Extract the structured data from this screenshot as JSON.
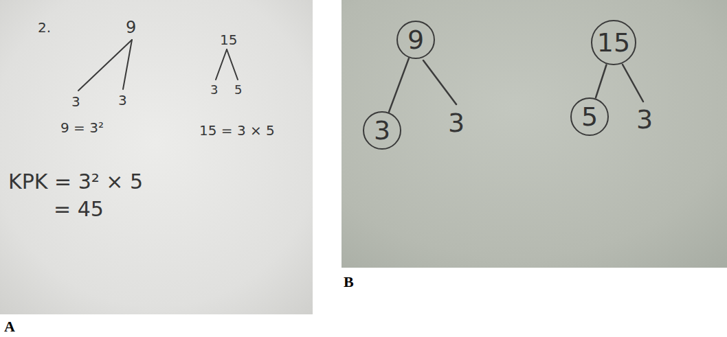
{
  "diagram": {
    "nodes": [
      {
        "text": [
          "9"
        ]
      },
      {
        "text": [
          "3"
        ]
      },
      {
        "text": [
          "15"
        ]
      },
      {
        "text": [
          "5"
        ]
      }
    ],
    "edges": [
      {
        "from": 0,
        "to": 1,
        "arrow": "none"
      },
      {
        "from": 2,
        "to": 3,
        "arrow": "none"
      }
    ],
    "labels": [
      "2.",
      "9",
      "3",
      "3",
      "15",
      "3",
      "5",
      "9 = 3²",
      "15 = 3 × 5",
      "KPK = 3² × 5",
      "= 45",
      "3",
      "3",
      "A",
      "B"
    ]
  }
}
